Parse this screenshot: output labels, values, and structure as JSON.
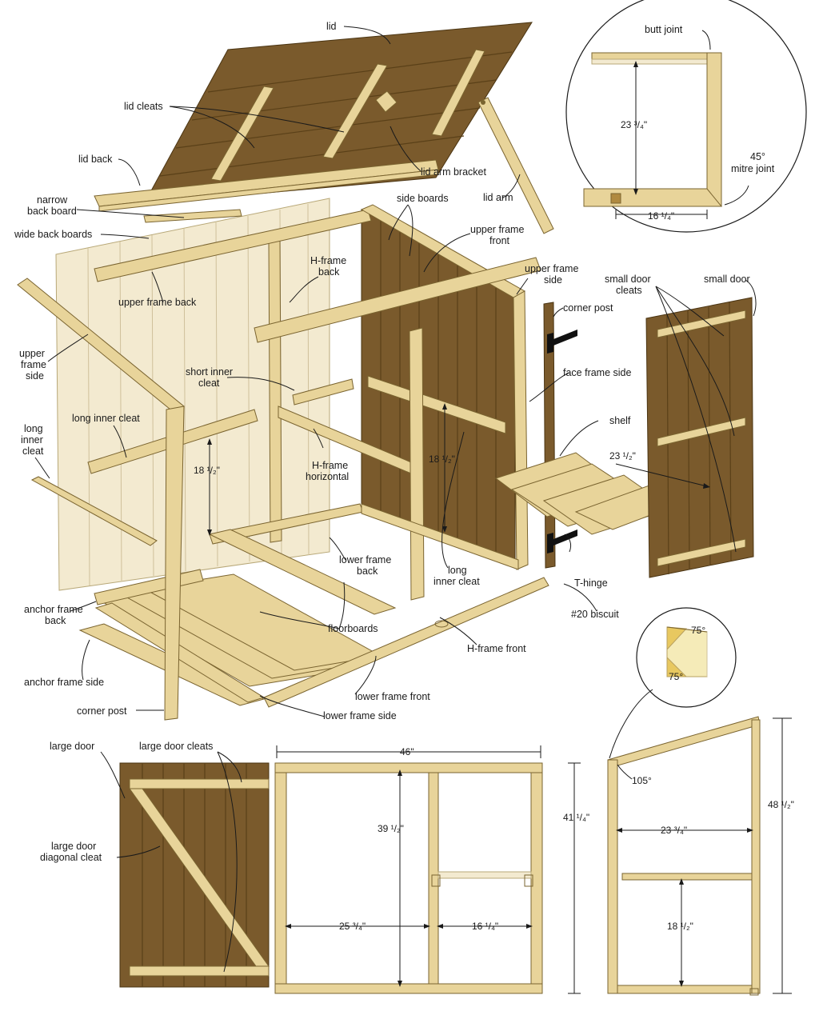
{
  "labels": {
    "lid": "lid",
    "lid_cleats": "lid cleats",
    "lid_back": "lid back",
    "narrow_back_board": [
      "narrow",
      "back board"
    ],
    "wide_back_boards": "wide back boards",
    "side_boards": "side boards",
    "upper_frame_front": [
      "upper frame",
      "front"
    ],
    "lid_arm_bracket": "lid arm bracket",
    "lid_arm": "lid arm",
    "h_frame_back": [
      "H-frame",
      "back"
    ],
    "upper_frame_back": "upper frame back",
    "upper_frame_side_right": [
      "upper frame",
      "side"
    ],
    "corner_post_right": "corner post",
    "small_door_cleats": [
      "small door",
      "cleats"
    ],
    "small_door": "small door",
    "upper_frame_side_left": [
      "upper",
      "frame",
      "side"
    ],
    "short_inner_cleat": [
      "short inner",
      "cleat"
    ],
    "face_frame_side": "face frame side",
    "long_inner_cleat_mid": "long inner cleat",
    "long_inner_cleat_left": [
      "long",
      "inner",
      "cleat"
    ],
    "shelf": "shelf",
    "h_frame_horizontal": [
      "H-frame",
      "horizontal"
    ],
    "lower_frame_back": [
      "lower frame",
      "back"
    ],
    "long_inner_cleat_right": [
      "long",
      "inner cleat"
    ],
    "t_hinge": "T-hinge",
    "anchor_frame_back": [
      "anchor frame",
      "back"
    ],
    "floorboards": "floorboards",
    "biscuit": "#20 biscuit",
    "h_frame_front": "H-frame front",
    "anchor_frame_side": "anchor frame side",
    "lower_frame_front": "lower frame front",
    "corner_post_left": "corner post",
    "lower_frame_side": "lower frame side",
    "large_door": "large door",
    "large_door_cleats": "large door cleats",
    "large_door_diagonal_cleat": [
      "large door",
      "diagonal cleat"
    ],
    "butt_joint": "butt joint",
    "mitre_joint": [
      "45°",
      "mitre joint"
    ]
  },
  "dimensions": {
    "inset_height": "23 ³/₄\"",
    "inset_width": "16 ¹/₄\"",
    "shelf_width": "23 ¹/₂\"",
    "cleat_height_left": "18 ¹/₂\"",
    "cleat_height_mid": "18 ¹/₂\"",
    "angle_top": "75°",
    "angle_bottom": "75°",
    "front_width": "46\"",
    "front_inner_height": "39 ¹/₂\"",
    "front_height": "41 ¹/₄\"",
    "front_left_bay": "25 ³/₄\"",
    "front_right_bay": "16 ¹/₄\"",
    "side_angle": "105°",
    "side_depth": "23 ³/₄\"",
    "side_height": "48 ¹/₂\"",
    "side_shelf_height": "18 ¹/₂\""
  },
  "colors": {
    "light_wood": "#e8d49a",
    "dark_wood": "#7a5a2c",
    "pale_wood": "#f3ead0",
    "line": "#1a1a1a"
  }
}
